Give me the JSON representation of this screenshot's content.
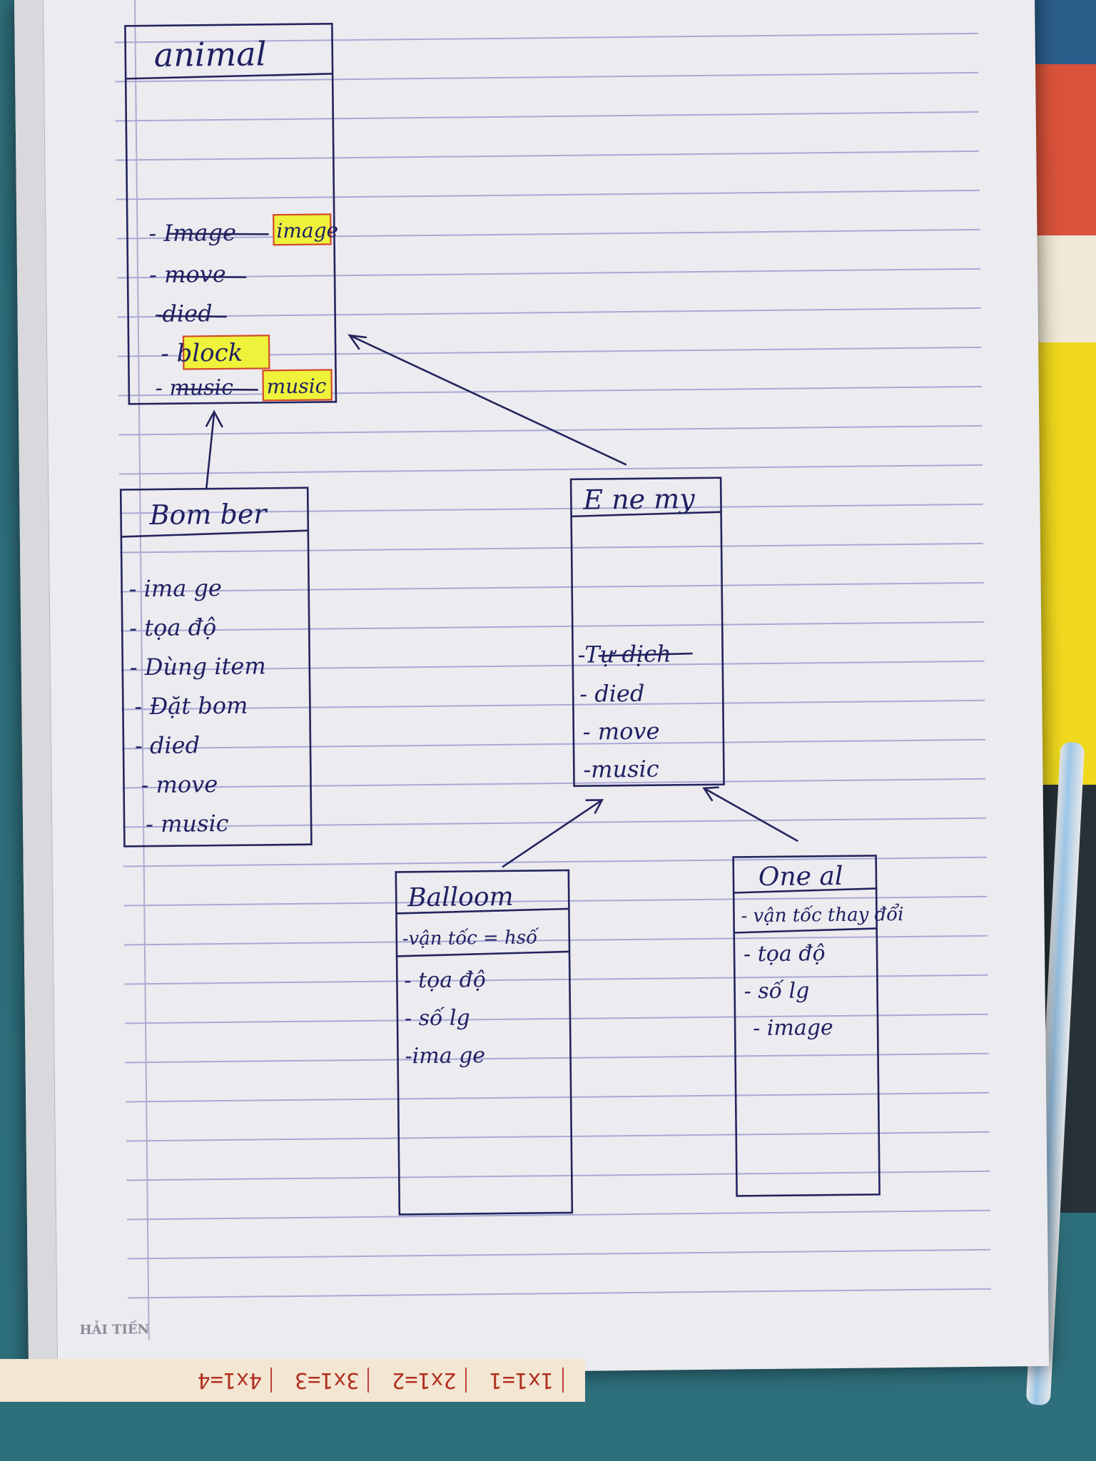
{
  "brand": "HẢI TIẾN",
  "bottom_strip": [
    "1x1=1",
    "2x1=2",
    "3x1=3",
    "4x1=4"
  ],
  "classes": {
    "animal": {
      "title": "animal",
      "items": [
        "- Image",
        "image",
        "- move",
        "-died",
        "- block",
        "- music",
        "music"
      ]
    },
    "bomber": {
      "title": "Bom ber",
      "items": [
        "- ima ge",
        "- tọa độ",
        "- Dùng item",
        "- Đặt bom",
        "- died",
        "- move",
        "- music"
      ]
    },
    "enemy": {
      "title": "E ne my",
      "items": [
        "-Tự dịch",
        "- died",
        "- move",
        "-music"
      ]
    },
    "balloom": {
      "title": "Balloom",
      "items": [
        "-vận tốc = hsố",
        "- tọa độ",
        "- số lg",
        "-ima ge"
      ]
    },
    "oneal": {
      "title": "One al",
      "items": [
        "- vận tốc thay đổi",
        "- tọa độ",
        "- số lg",
        "- image"
      ]
    }
  },
  "colors": {
    "ink": "#23245e",
    "highlight_yellow": "#eef23a",
    "highlight_green": "#c3e87a",
    "highlight_border": "#d14a2b",
    "paper": "#ecebef",
    "rule_line": "#a7a9d6"
  }
}
